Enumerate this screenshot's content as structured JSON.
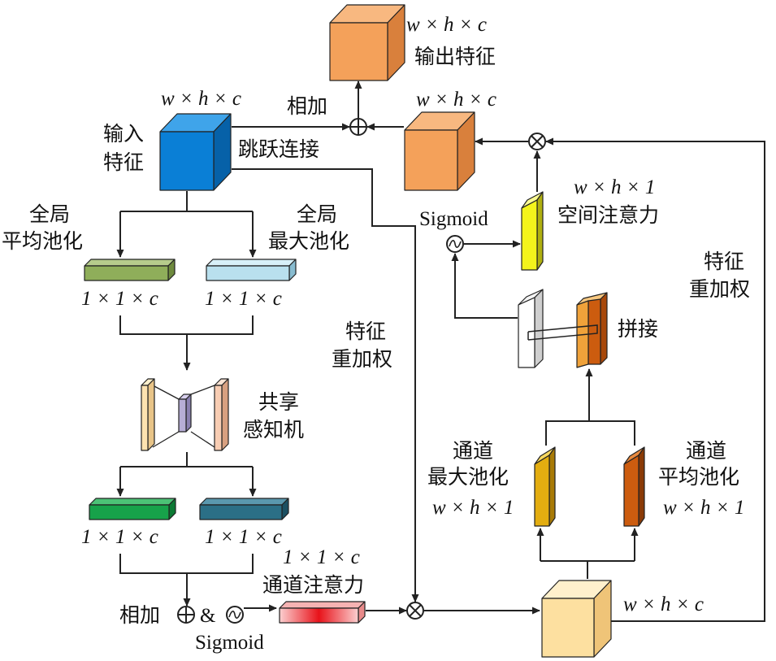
{
  "labels": {
    "output_dim": "w × h × c",
    "output_name": "输出特征",
    "add_top": "相加",
    "input_dim": "w × h × c",
    "input_name_line1": "输入",
    "input_name_line2": "特征",
    "skip": "跳跃连接",
    "mid_dim": "w × h × c",
    "gap_line1": "全局",
    "gap_line2": "平均池化",
    "gmp_line1": "全局",
    "gmp_line2": "最大池化",
    "dim_1x1xc_a": "1 × 1 × c",
    "dim_1x1xc_b": "1 × 1 × c",
    "mlp_line1": "共享",
    "mlp_line2": "感知机",
    "dim_1x1xc_c": "1 × 1 × c",
    "dim_1x1xc_d": "1 × 1 × c",
    "add_bottom": "相加",
    "and_symbol": "&",
    "sigmoid_bottom": "Sigmoid",
    "ca_dim": "1 × 1 × c",
    "ca_name": "通道注意力",
    "reweight_mid_line1": "特征",
    "reweight_mid_line2": "重加权",
    "weighted_dim": "w × h × c",
    "sigmoid_top": "Sigmoid",
    "sa_dim": "w × h × 1",
    "sa_name": "空间注意力",
    "reweight_right_line1": "特征",
    "reweight_right_line2": "重加权",
    "concat": "拼接",
    "cmp_line1": "通道",
    "cmp_line2": "最大池化",
    "cmp_dim": "w × h × 1",
    "cap_line1": "通道",
    "cap_line2": "平均池化",
    "cap_dim": "w × h × 1"
  },
  "colors": {
    "input_cube": "#0a7fd6",
    "output_cube": "#f4a15a",
    "weighted_cube": "#fde0a0",
    "gap_bar": "#8fae5a",
    "gmp_bar": "#b9e0ee",
    "mlp_outer": "#fde2b0",
    "mlp_inner": "#b7aed6",
    "mlp_right": "#f8cdb3",
    "bar_green": "#17a24a",
    "bar_teal": "#2b6f86",
    "ca_red": "#e8121a",
    "sa_yellow": "#f4f41c",
    "cmp_orange": "#e3ad10",
    "cap_orange": "#cc5c0f",
    "concat_orange": "#f0a23a"
  }
}
